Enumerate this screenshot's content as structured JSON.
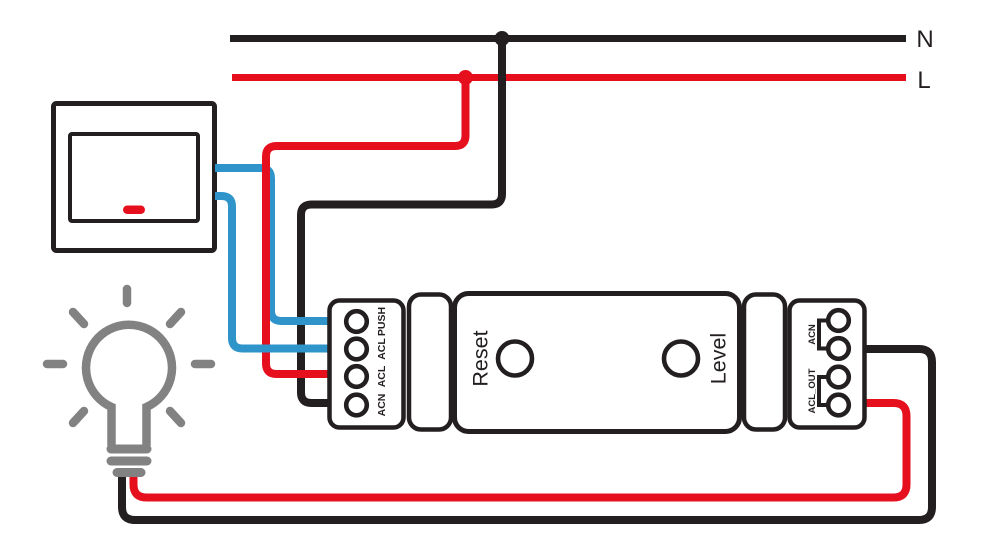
{
  "power_lines": {
    "neutral": {
      "label": "N",
      "color": "#231f20"
    },
    "live": {
      "label": "L",
      "color": "#e60f1e"
    }
  },
  "wall_switch": {
    "indicator_color": "#e60f1e",
    "wire_color": "#2e94c9"
  },
  "light_bulb": {
    "color": "#828282"
  },
  "module": {
    "left_terminals": [
      {
        "label": "PUSH"
      },
      {
        "label": "ACL"
      },
      {
        "label": "ACL"
      },
      {
        "label": "ACN"
      }
    ],
    "buttons": {
      "reset_label": "Reset",
      "level_label": "Level"
    },
    "right_terminals": [
      {
        "label": "ACN"
      },
      {
        "label": "ACL_OUT"
      }
    ]
  }
}
